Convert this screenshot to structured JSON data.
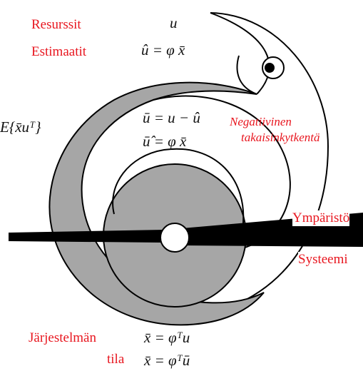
{
  "labels": {
    "resources": "Resurssit",
    "estimates": "Estimaatit",
    "feedback_line1": "Negatiivinen",
    "feedback_line2": "takaisinkytkentä",
    "environment": "Ympäristö",
    "system": "Systeemi",
    "state_line1": "Järjestelmän",
    "state_line2": "tila"
  },
  "equations": {
    "u": "u",
    "u_hat": "û = φ x̄",
    "expectation": "E{x̄uᵀ}",
    "u_bar": "ū = u − û",
    "u_bar_hat": "ū̂ = φ x̄",
    "x_bar": "x̄ = φᵀu",
    "x_bar_2": "x̄ = φᵀū"
  },
  "colors": {
    "label_red": "#e8161f",
    "gray_fill": "#a6a6a6",
    "line": "#000000"
  }
}
